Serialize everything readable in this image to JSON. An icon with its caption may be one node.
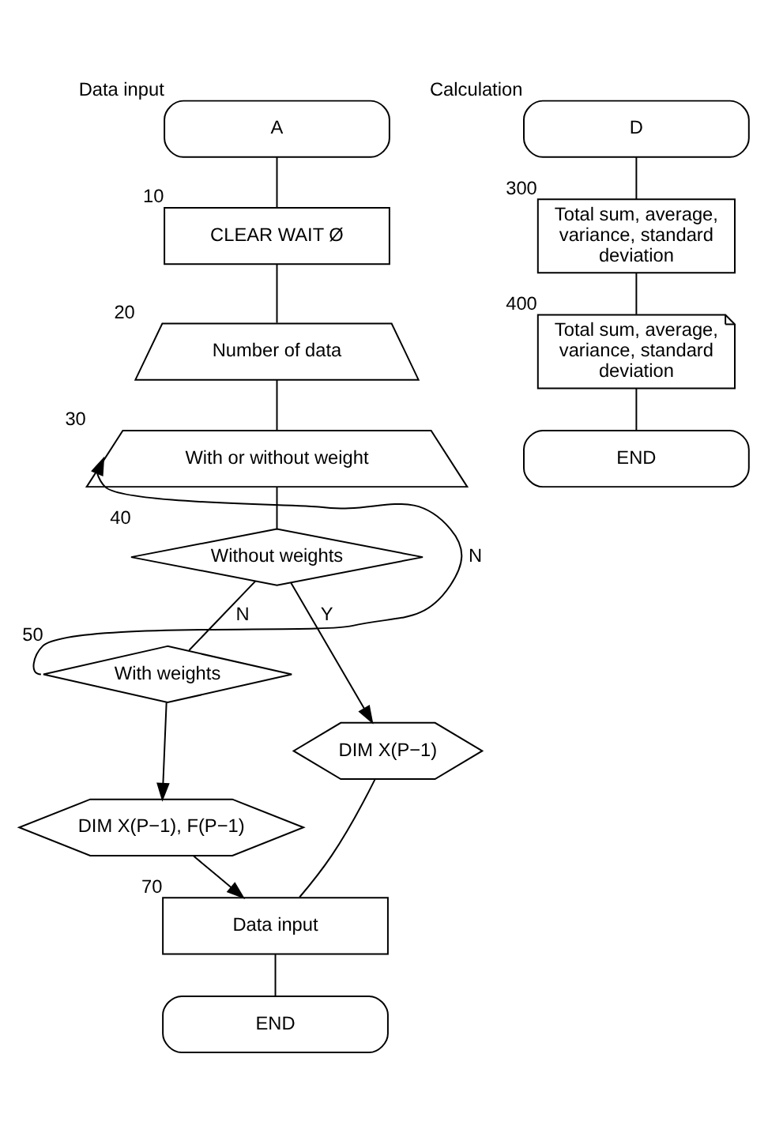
{
  "diagram": {
    "nodes": [
      {
        "text": [
          "A"
        ],
        "beside": [
          "Data input"
        ]
      },
      {
        "text": [
          "CLEAR WAIT Ø"
        ],
        "beside": [
          "10"
        ]
      },
      {
        "text": [
          "Number of data"
        ],
        "beside": [
          "20"
        ]
      },
      {
        "text": [
          "With or without weight"
        ],
        "beside": [
          "30"
        ]
      },
      {
        "text": [
          "Without weights"
        ],
        "beside": [
          "40"
        ]
      },
      {
        "text": [
          "With weights"
        ],
        "beside": [
          "50"
        ]
      },
      {
        "text": [
          "DIM X(P−1)"
        ]
      },
      {
        "text": [
          "DIM X(P−1), F(P−1)"
        ]
      },
      {
        "text": [
          "Data input"
        ],
        "beside": [
          "70"
        ]
      },
      {
        "text": [
          "END"
        ]
      },
      {
        "text": [
          "D"
        ],
        "beside": [
          "Calculation"
        ]
      },
      {
        "text": [
          "Total sum, average, variance, standard deviation"
        ],
        "beside": [
          "300"
        ]
      },
      {
        "text": [
          "Total sum, average, variance, standard deviation"
        ],
        "beside": [
          "400"
        ]
      },
      {
        "text": [
          "END"
        ]
      }
    ],
    "edges": [
      {
        "from": 0,
        "to": 1,
        "arrow": "none"
      },
      {
        "from": 1,
        "to": 2,
        "arrow": "none"
      },
      {
        "from": 2,
        "to": 3,
        "arrow": "none"
      },
      {
        "from": 3,
        "to": 4,
        "arrow": "none"
      },
      {
        "from": 4,
        "to": 6,
        "arrow": "to",
        "label": "Y"
      },
      {
        "from": 4,
        "to": 5,
        "arrow": "none",
        "label": "N"
      },
      {
        "from": 5,
        "to": 3,
        "arrow": "to",
        "label": "N"
      },
      {
        "from": 5,
        "to": 7,
        "arrow": "to"
      },
      {
        "from": 7,
        "to": 8,
        "arrow": "to"
      },
      {
        "from": 6,
        "to": 8,
        "arrow": "none"
      },
      {
        "from": 8,
        "to": 9,
        "arrow": "none"
      },
      {
        "from": 10,
        "to": 11,
        "arrow": "none"
      },
      {
        "from": 11,
        "to": 12,
        "arrow": "none"
      },
      {
        "from": 12,
        "to": 13,
        "arrow": "none"
      }
    ]
  }
}
